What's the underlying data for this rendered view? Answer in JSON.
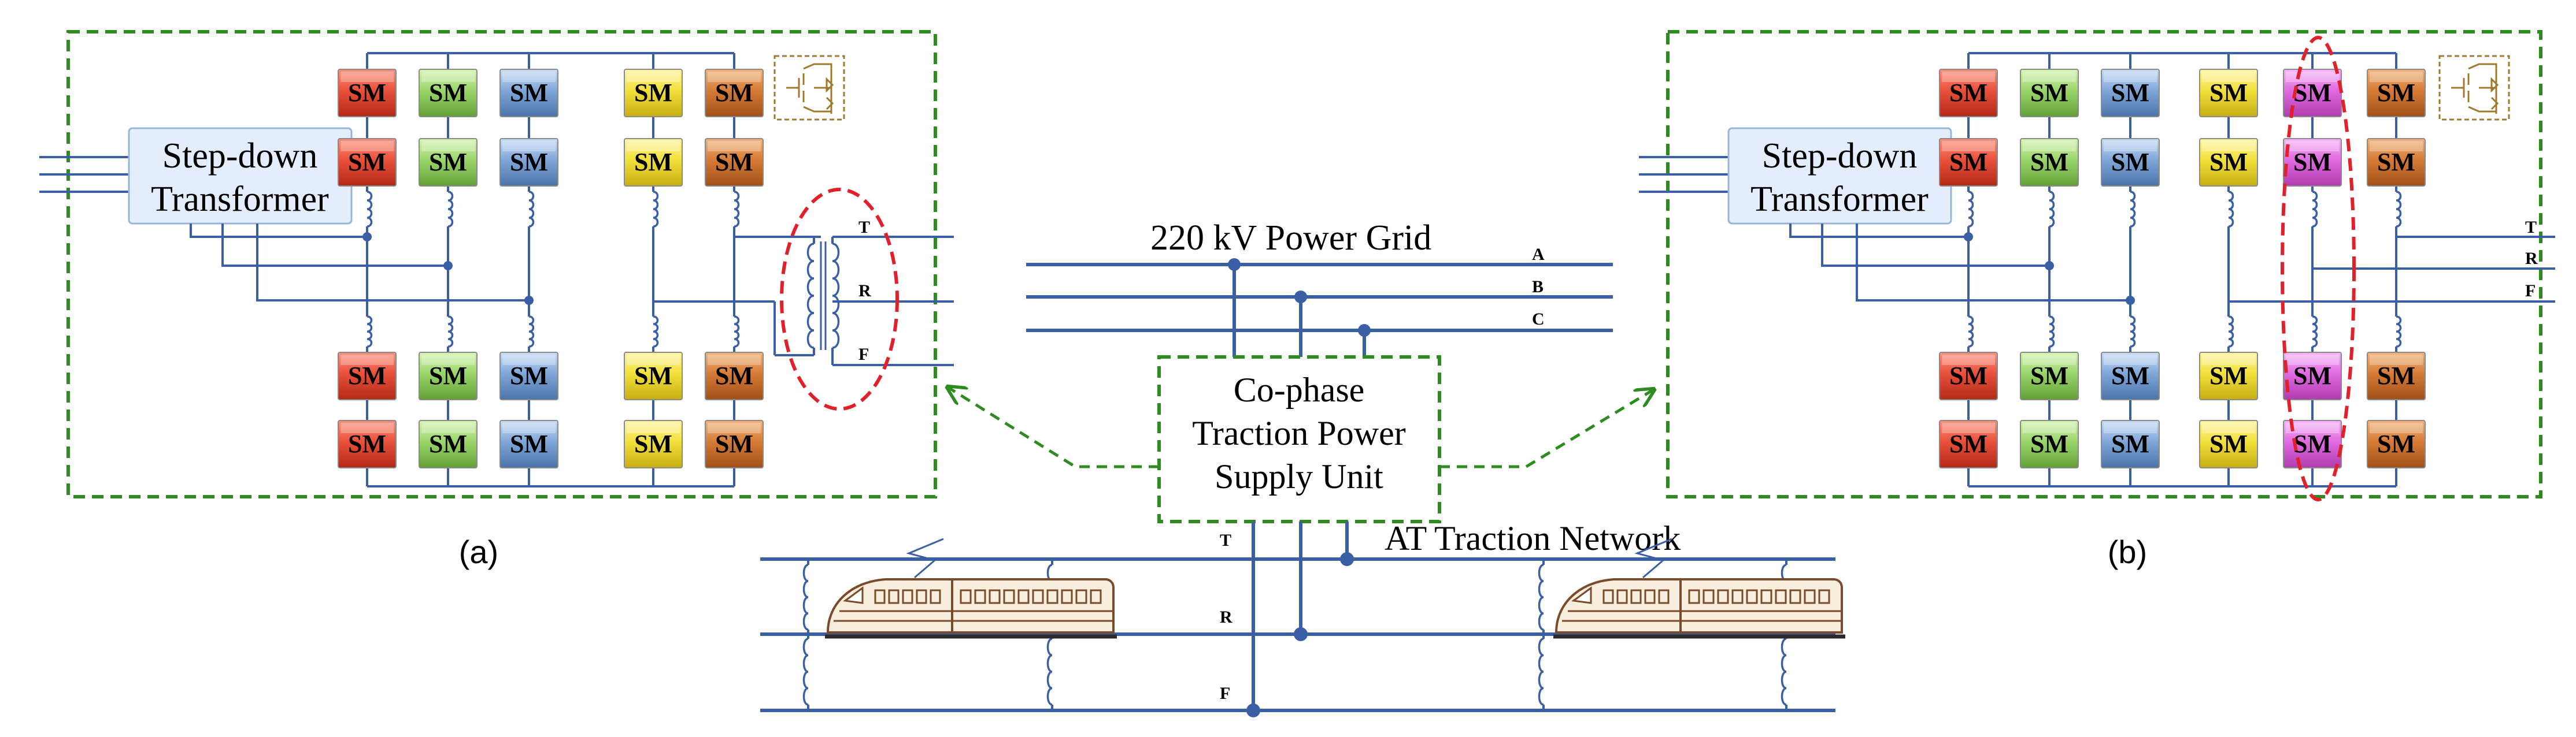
{
  "colors": {
    "wire": "#3b5fa5",
    "dash_green": "#2e8b1f",
    "dash_red": "#e2202a",
    "sm_red": "#e8503a",
    "sm_green": "#9ad56a",
    "sm_blue": "#7fa6d8",
    "sm_yellow": "#f2e03a",
    "sm_orange": "#d57b35",
    "sm_magenta": "#e06ae0",
    "transformer_fill": "#e3edfb",
    "igbt_icon": "#a07a2c"
  },
  "grid": {
    "label": "220 kV Power Grid",
    "phases": [
      "A",
      "B",
      "C"
    ]
  },
  "unit": {
    "lines": [
      "Co-phase",
      "Traction Power",
      "Supply Unit"
    ]
  },
  "network": {
    "label": "AT Traction Network",
    "conductors": [
      "T",
      "R",
      "F"
    ]
  },
  "panel_a": {
    "caption": "(a)",
    "transformer": [
      "Step-down",
      "Transformer"
    ],
    "sm_label": "SM",
    "outputs": [
      "T",
      "R",
      "F"
    ]
  },
  "panel_b": {
    "caption": "(b)",
    "transformer": [
      "Step-down",
      "Transformer"
    ],
    "sm_label": "SM",
    "outputs": [
      "T",
      "R",
      "F"
    ]
  },
  "icons": [
    "igbt-module-icon",
    "train-icon",
    "coil-inductor-icon",
    "transformer-coil-icon"
  ]
}
